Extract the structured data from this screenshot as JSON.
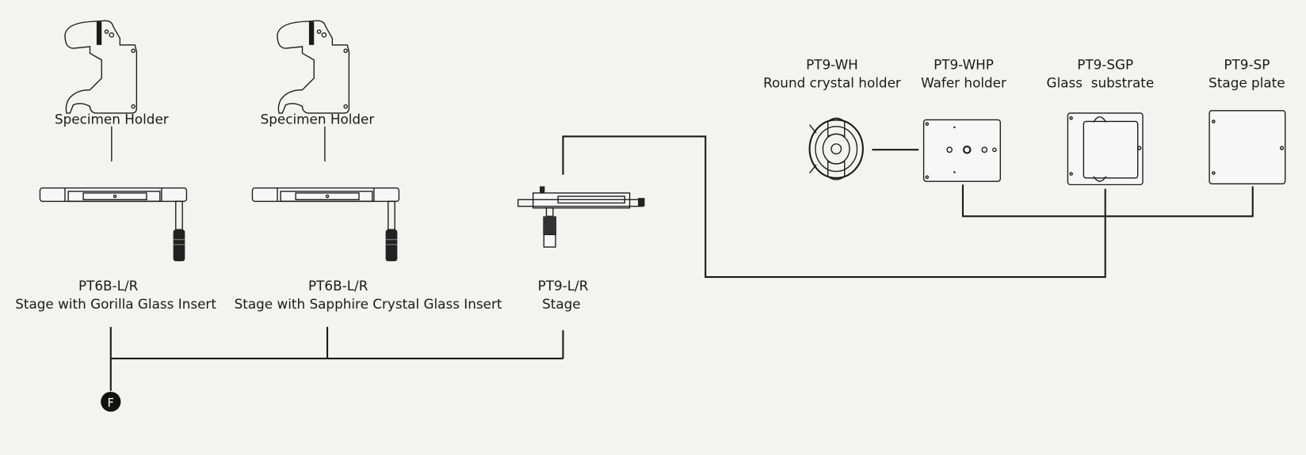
{
  "diagram": {
    "specimen_holders": [
      {
        "label": "Specimen Holder"
      },
      {
        "label": "Specimen Holder"
      }
    ],
    "stages": [
      {
        "model": "PT6B-L/R",
        "name": "Stage with Gorilla Glass Insert"
      },
      {
        "model": "PT6B-L/R",
        "name": "Stage with Sapphire Crystal Glass Insert"
      },
      {
        "model": "PT9-L/R",
        "name": "Stage"
      }
    ],
    "accessories": [
      {
        "model": "PT9-WH",
        "name": "Round crystal holder"
      },
      {
        "model": "PT9-WHP",
        "name": "Wafer holder"
      },
      {
        "model": "PT9-SGP",
        "name": "Glass  substrate"
      },
      {
        "model": "PT9-SP",
        "name": "Stage plate"
      }
    ],
    "marker": {
      "label": "F"
    }
  },
  "colors": {
    "background": "#f3f4f2",
    "line": "#1a1a1a"
  }
}
